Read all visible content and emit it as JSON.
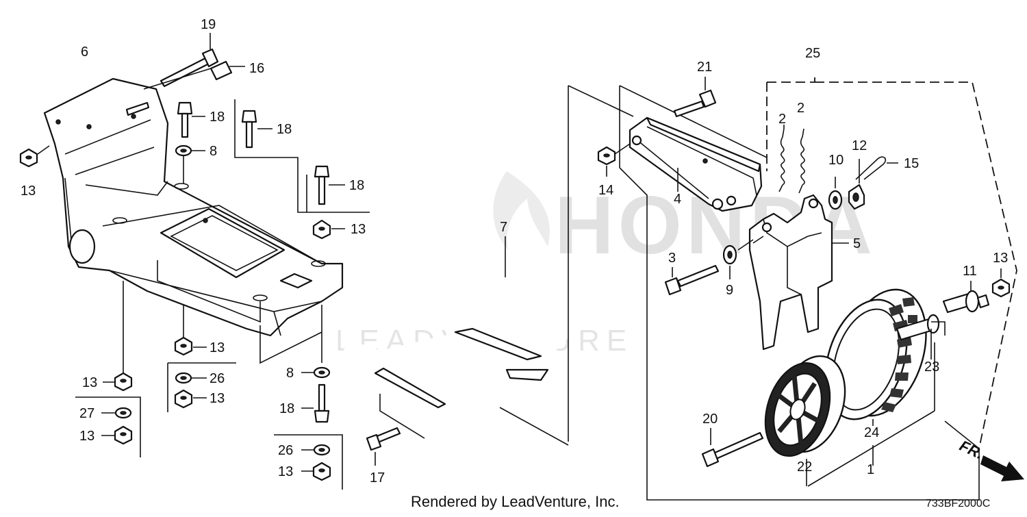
{
  "watermark": {
    "brand": "HONDA",
    "dealer": "LEADVENTURE"
  },
  "footer": {
    "rendered_by": "Rendered by LeadVenture, Inc.",
    "diagram_code": "733BF2000C"
  },
  "direction": {
    "label": "FR."
  },
  "callouts": {
    "c19": "19",
    "c6": "6",
    "c16": "16",
    "c18a": "18",
    "c18b": "18",
    "c18c": "18",
    "c18d": "18",
    "c8a": "8",
    "c8b": "8",
    "c13a": "13",
    "c13b": "13",
    "c13c": "13",
    "c13d": "13",
    "c13e": "13",
    "c13f": "13",
    "c13g": "13",
    "c13h": "13",
    "c26a": "26",
    "c26b": "26",
    "c27": "27",
    "c7": "7",
    "c17": "17",
    "c21": "21",
    "c25": "25",
    "c14": "14",
    "c4": "4",
    "c2a": "2",
    "c2b": "2",
    "c10": "10",
    "c12": "12",
    "c15": "15",
    "c5": "5",
    "c3": "3",
    "c9": "9",
    "c11": "11",
    "c23": "23",
    "c24": "24",
    "c20": "20",
    "c22": "22",
    "c1": "1"
  }
}
